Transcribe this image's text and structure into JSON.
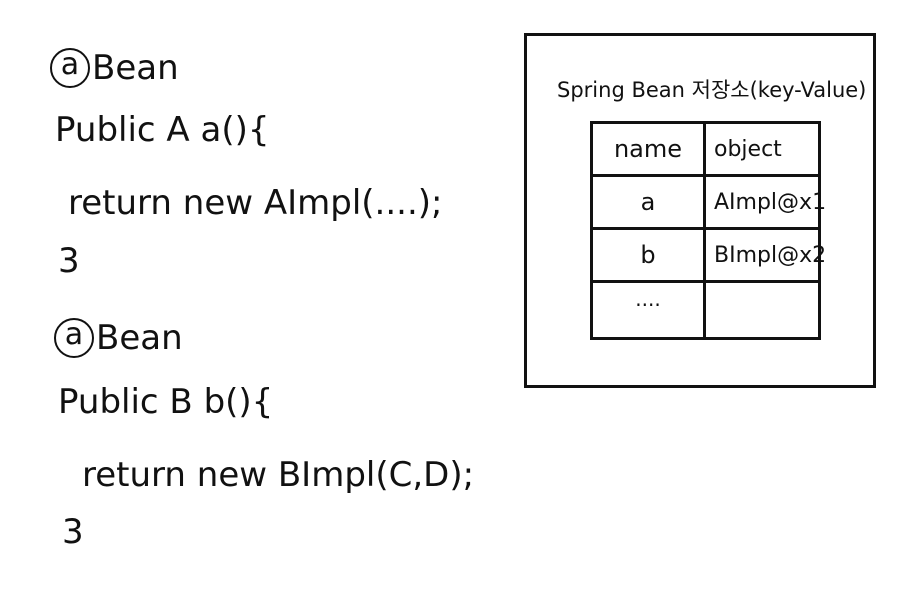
{
  "code": {
    "block_a": {
      "annotation": "Bean",
      "signature": "Public A a(){",
      "body": "return new AImpl(....);",
      "close": "3"
    },
    "block_b": {
      "annotation": "Bean",
      "signature": "Public B b(){",
      "body": "return new BImpl(C,D);",
      "close": "3"
    },
    "at_symbol": "a"
  },
  "storage": {
    "title": "Spring Bean 저장소(key-Value)",
    "headers": {
      "name": "name",
      "object": "object"
    },
    "rows": [
      {
        "name": "a",
        "object": "AImpl@x1"
      },
      {
        "name": "b",
        "object": "BImpl@x2"
      },
      {
        "name": "....",
        "object": ""
      }
    ]
  }
}
